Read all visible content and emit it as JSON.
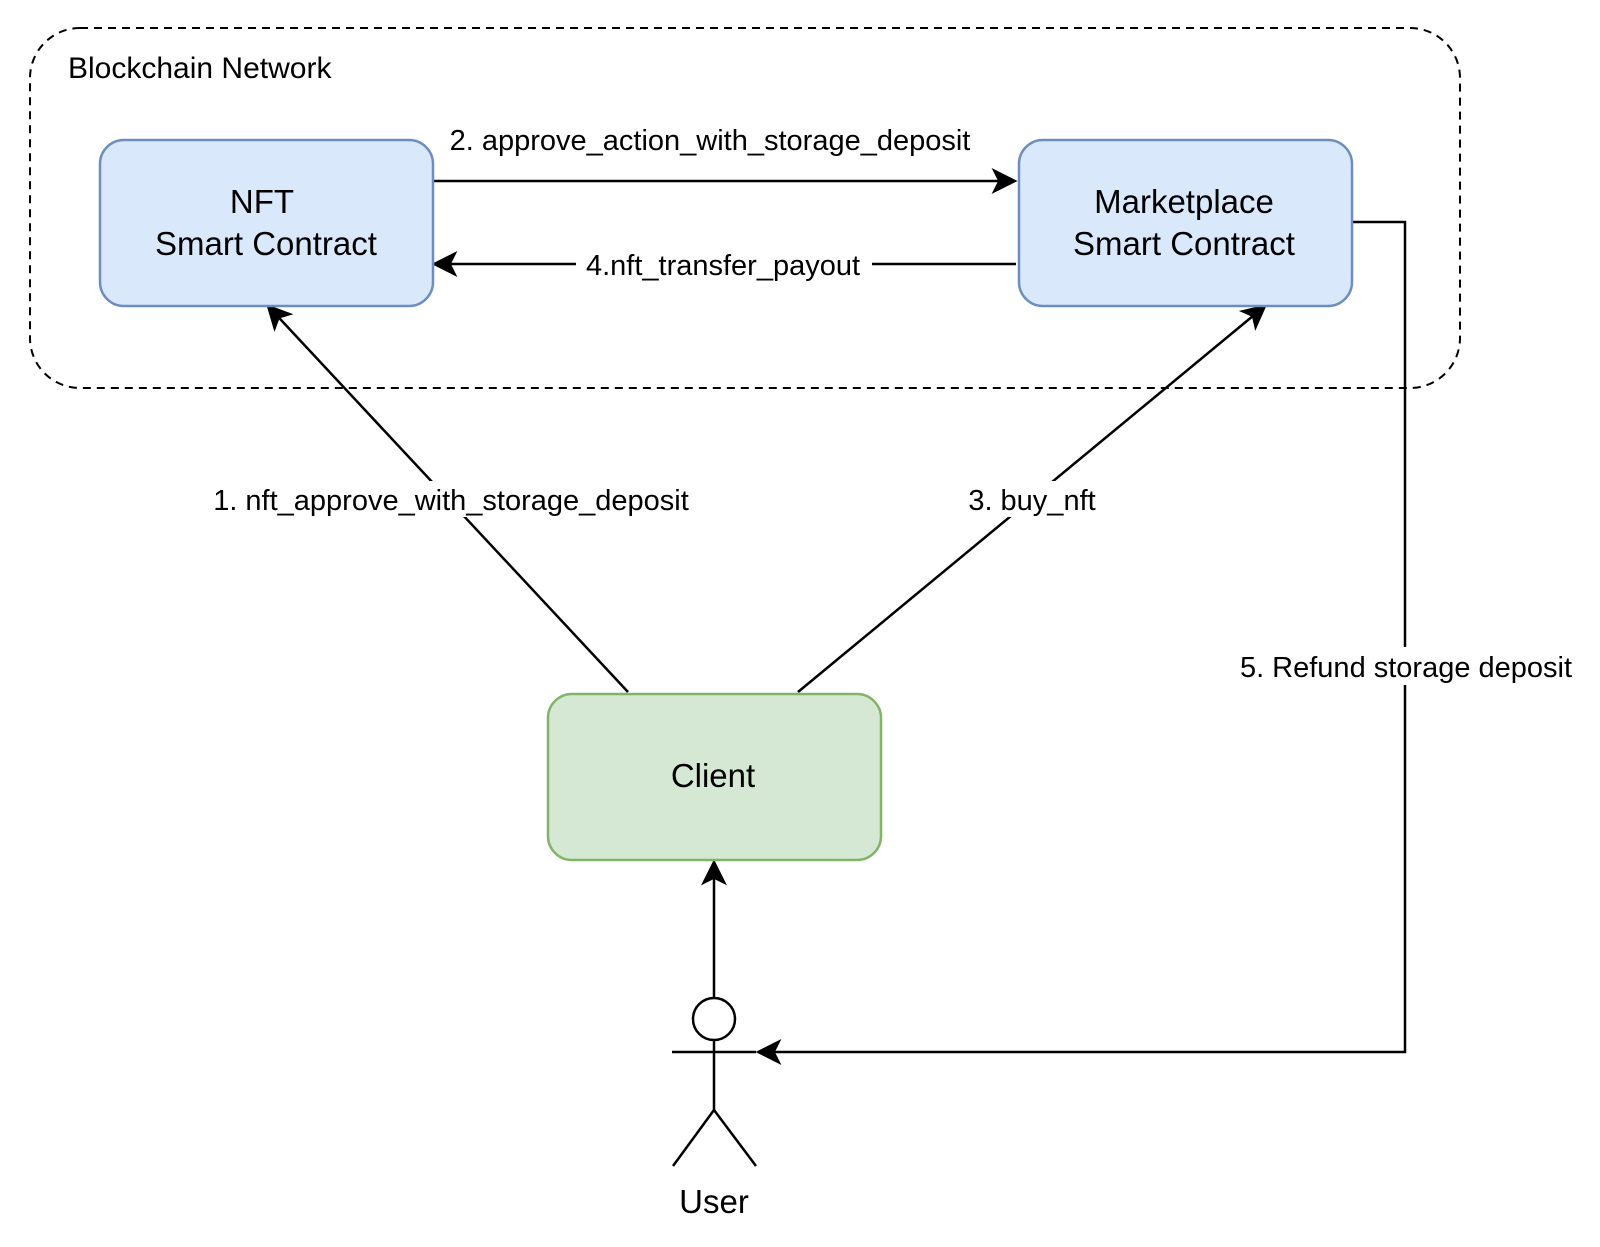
{
  "diagram": {
    "group": {
      "label": "Blockchain Network"
    },
    "nodes": {
      "nft_contract": {
        "line1": "NFT",
        "line2": "Smart Contract"
      },
      "marketplace_contract": {
        "line1": "Marketplace",
        "line2": "Smart Contract"
      },
      "client": {
        "label": "Client"
      },
      "user": {
        "label": "User"
      }
    },
    "edges": {
      "step1": "1. nft_approve_with_storage_deposit",
      "step2": "2. approve_action_with_storage_deposit",
      "step3": "3. buy_nft",
      "step4": "4.nft_transfer_payout",
      "step5": "5. Refund storage deposit"
    },
    "colors": {
      "contract_fill": "#dae8fc",
      "contract_stroke": "#6c8ebf",
      "client_fill": "#d5e8d4",
      "client_stroke": "#82b366",
      "line": "#000000"
    }
  }
}
